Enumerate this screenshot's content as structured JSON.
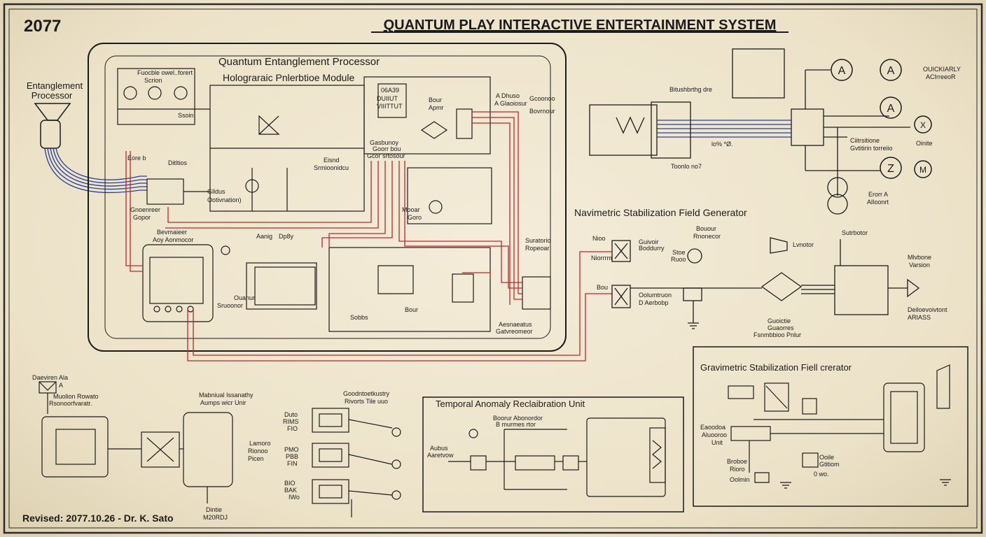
{
  "header": {
    "year": "2077",
    "title": "QUANTUM PLAY INTERACTIVE ENTERTAINMENT SYSTEM"
  },
  "footer": {
    "revised": "Revised: 2077.10.26 - Dr. K. Sato"
  },
  "left_component": {
    "label_line1": "Entanglement",
    "label_line2": "Processor"
  },
  "main_block": {
    "title": "Quantum Entanglement Processor",
    "sub_title": "Holograraic Pnlerbtioe Module",
    "labels": [
      "Fuocble owel..forert",
      "Scrion",
      "Ssoin",
      "Eore b",
      "Ditltios",
      "Glldus",
      "Ootivnation)",
      "Gnoenreer",
      "Gopor",
      "Bevmaieer",
      "Aoy Aonmocor",
      "Aanig",
      "Dp8y",
      "06A39",
      "DUIIUT",
      "VIIITTUT",
      "Bour",
      "Apmr",
      "Gasbunoy",
      "Goorr bou",
      "Gcor srtosour",
      "Eisnd",
      "Srmioonidcu",
      "A Dhuso",
      "A Glaoiosur",
      "Gcoonoo",
      "Bovrnour",
      "Mooar",
      "Goro",
      "Suratorio",
      "Ropeoar",
      "Ouanur",
      "Sruoonor",
      "Sobbs",
      "Bour",
      "Aesnaeatus",
      "Gatvreomeor"
    ]
  },
  "top_right": {
    "labels": [
      "Bitushbrthg dre",
      "Toonlo no7",
      "lo% *Ø.",
      "OUICKIARLY",
      "ACIrreeoR",
      "Ciitrsitione",
      "Gvtitirin torreiio",
      "Oinite",
      "Erorr A",
      "AlIoonrt"
    ],
    "gauges": [
      "A",
      "A",
      "A",
      "Z",
      "X",
      "M"
    ]
  },
  "nav_block": {
    "title": "Navimetric Stabilization Field Generator",
    "labels": [
      "Nioo",
      "Guivoir",
      "Boddurry",
      "Niorrrm",
      "Bou",
      "Oolumtruon",
      "D Aerbobp",
      "Bouour",
      "Rnonecor",
      "Stoe",
      "Ruoo",
      "Guoictie",
      "Guaorres",
      "Fsnmbbioo Pnlur",
      "Lvnotor",
      "Sutrbotor",
      "Mlvbone",
      "Varsion",
      "Deiloevoivtont",
      "ARIASS"
    ]
  },
  "grav_block": {
    "title": "Gravimetric Stabilization Fiell crerator",
    "labels": [
      "Eaoodoa",
      "Aluooroo",
      "Unit",
      "Broboe",
      "Rioro",
      "Oolmin",
      "Ooile",
      "Gtitiom",
      "0 wo."
    ]
  },
  "bottom_left": {
    "labels": [
      "Daeviren Ala",
      "A",
      "Muolion Rowato",
      "Rsonoorfvaratr.",
      "Mabniual Issanathy",
      "Aumps wicr Unir",
      "Lamoro",
      "Rionoo",
      "Picen",
      "Dintie",
      "M20RDJ"
    ]
  },
  "bottom_mid": {
    "labels": [
      "Goodntoetkustry",
      "Rivorts Tile uuo",
      "Duto",
      "RIMS",
      "FIO",
      "PMO",
      "PBB",
      "FIN",
      "BIO",
      "BAK",
      "IWo"
    ]
  },
  "temporal_block": {
    "title": "Temporal Anomaly Reclaibration Unit",
    "labels": [
      "Boorur Abonordor",
      "B murmes rtor",
      "Aubus",
      "Aaretvow"
    ]
  }
}
